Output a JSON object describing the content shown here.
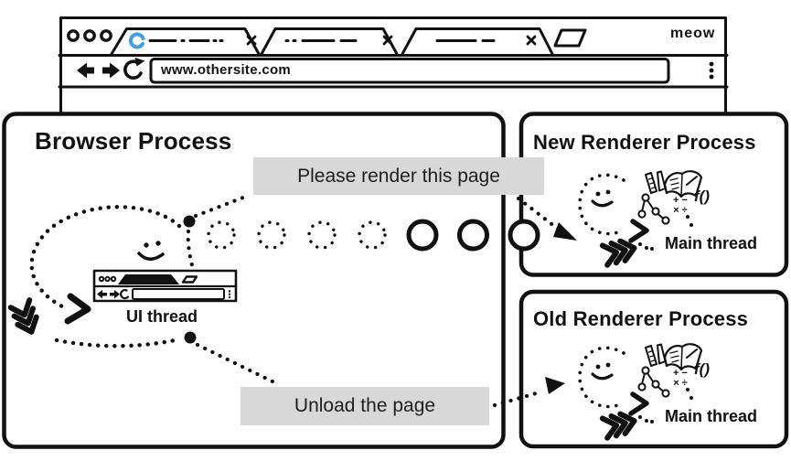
{
  "window": {
    "brand": "meow",
    "address": {
      "url": "www.othersite.com"
    }
  },
  "boxes": {
    "browser": {
      "title": "Browser Process",
      "thread_label": "UI thread"
    },
    "new_renderer": {
      "title": "New Renderer Process",
      "thread_label": "Main thread"
    },
    "old_renderer": {
      "title": "Old Renderer Process",
      "thread_label": "Main thread"
    }
  },
  "messages": {
    "render": "Please render this page",
    "unload": "Unload the page"
  },
  "glyphs": {
    "function": "f()",
    "math_row1": "+ −",
    "math_row2": "× ÷"
  },
  "colors": {
    "ink": "#111111",
    "label_bg": "#d8d8d8",
    "spinner_blue": "#3f9fe8"
  }
}
